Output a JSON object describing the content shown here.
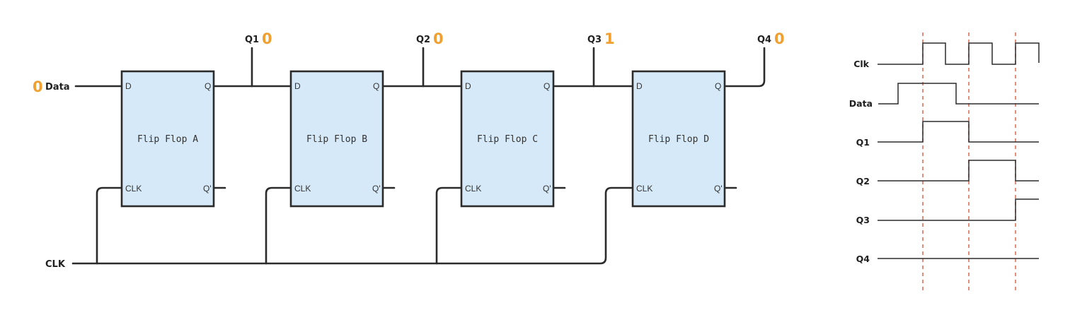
{
  "colors": {
    "value_accent": "#f0a030",
    "box_fill": "#d6e9f8",
    "wire": "#2b2b2b",
    "clock_edge_marker": "#e0674a"
  },
  "inputs": {
    "data_label": "Data",
    "data_value": "0",
    "clk_label": "CLK"
  },
  "flip_flops": [
    {
      "name": "Flip Flop A",
      "pin_d": "D",
      "pin_q": "Q",
      "pin_clk": "CLK",
      "pin_qbar": "Q'"
    },
    {
      "name": "Flip Flop B",
      "pin_d": "D",
      "pin_q": "Q",
      "pin_clk": "CLK",
      "pin_qbar": "Q'"
    },
    {
      "name": "Flip Flop C",
      "pin_d": "D",
      "pin_q": "Q",
      "pin_clk": "CLK",
      "pin_qbar": "Q'"
    },
    {
      "name": "Flip Flop D",
      "pin_d": "D",
      "pin_q": "Q",
      "pin_clk": "CLK",
      "pin_qbar": "Q'"
    }
  ],
  "outputs": [
    {
      "label": "Q1",
      "value": "0"
    },
    {
      "label": "Q2",
      "value": "0"
    },
    {
      "label": "Q3",
      "value": "1"
    },
    {
      "label": "Q4",
      "value": "0"
    }
  ],
  "timing": {
    "signals": [
      "Clk",
      "Data",
      "Q1",
      "Q2",
      "Q3",
      "Q4"
    ]
  }
}
